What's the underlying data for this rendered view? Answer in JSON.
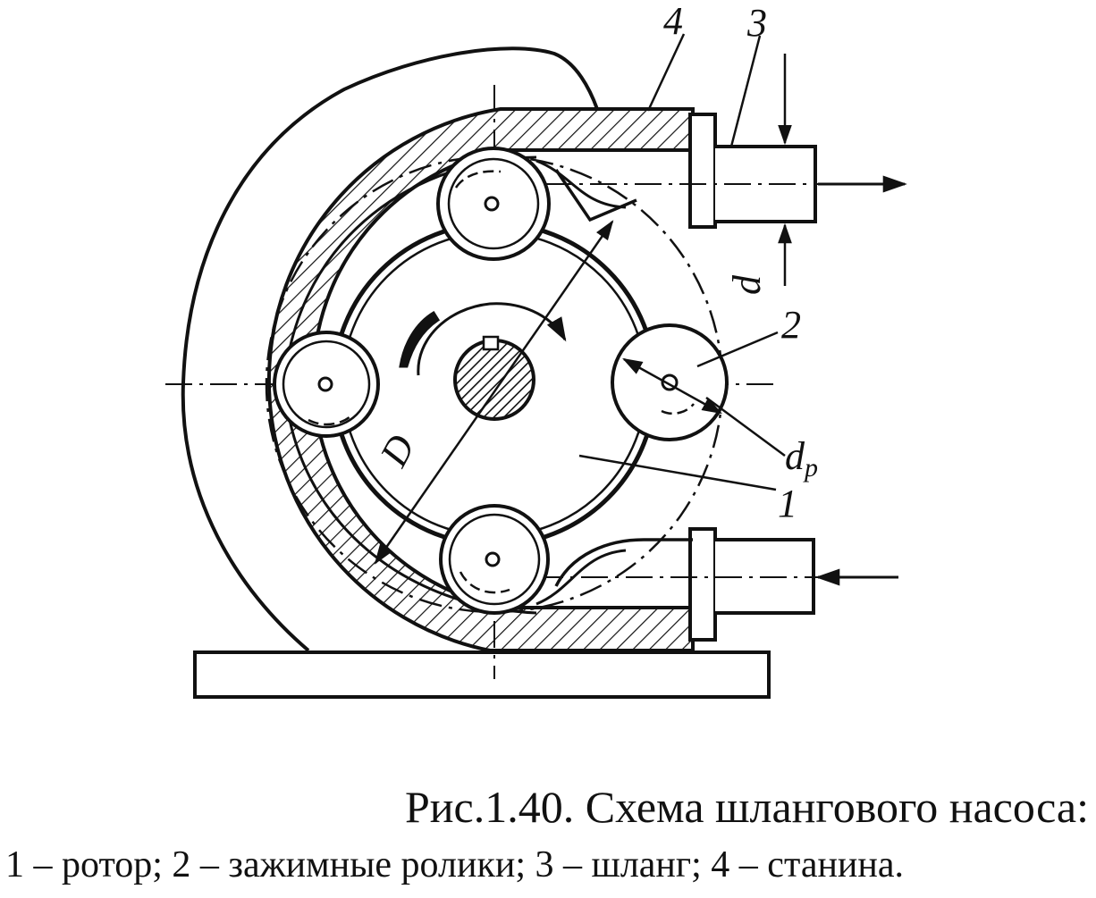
{
  "labels": {
    "rotor": "1",
    "rollers": "2",
    "hose": "3",
    "frame": "4",
    "hose_diameter": "d",
    "roller_diameter": "d",
    "roller_diameter_sub": "p",
    "rotor_diameter": "D"
  },
  "caption": {
    "title": "Рис.1.40. Схема шлангового насоса:",
    "legend": "1 – ротор; 2 – зажимные ролики; 3 – шланг; 4 – станина."
  },
  "colors": {
    "ink": "#111111",
    "paper": "#ffffff"
  }
}
